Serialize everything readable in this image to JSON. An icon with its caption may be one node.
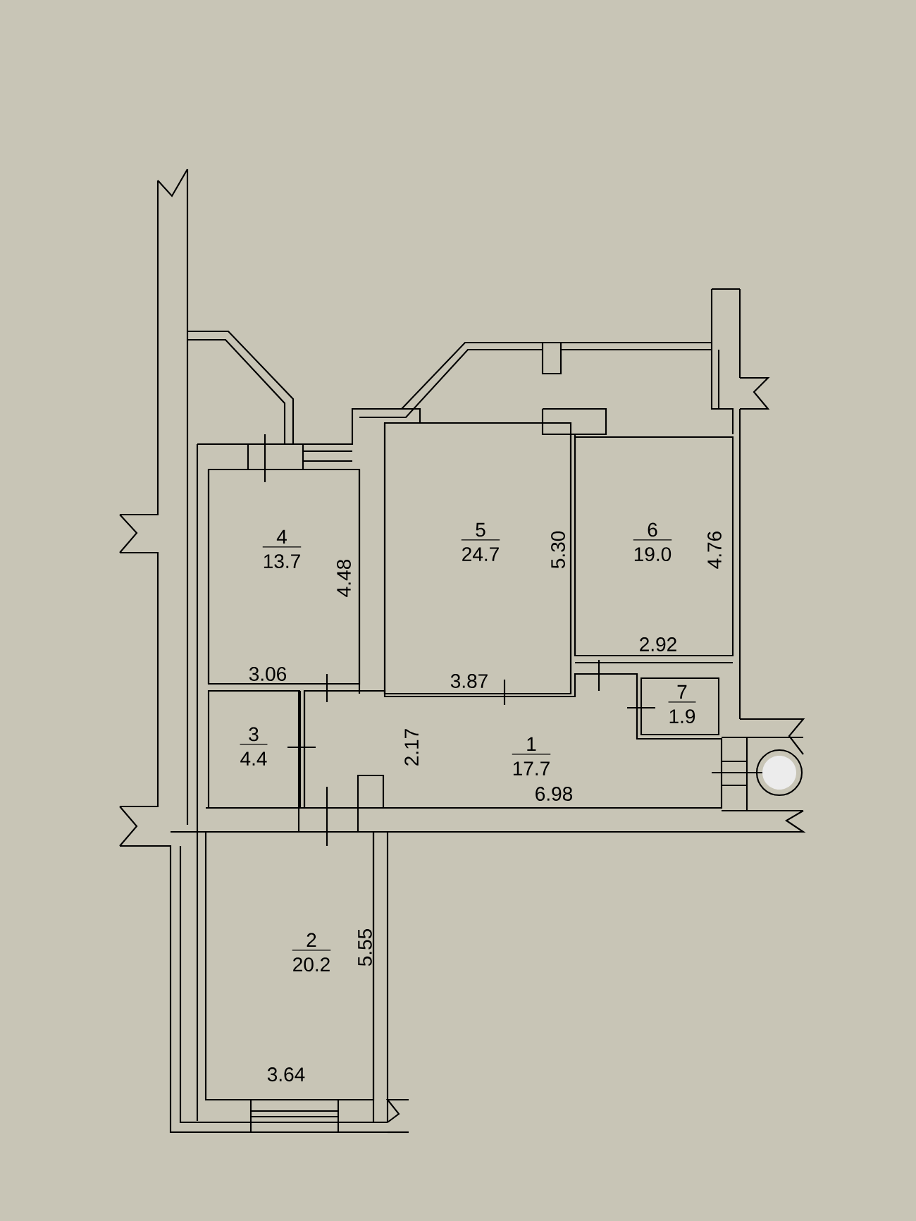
{
  "diagram": {
    "nodes": [
      {
        "text": [
          "4",
          "13.7"
        ]
      },
      {
        "text": [
          "5",
          "24.7"
        ]
      },
      {
        "text": [
          "6",
          "19.0"
        ]
      },
      {
        "text": [
          "7",
          "1.9"
        ]
      },
      {
        "text": [
          "3",
          "4.4"
        ]
      },
      {
        "text": [
          "1",
          "17.7"
        ]
      },
      {
        "text": [
          "2",
          "20.2"
        ]
      }
    ],
    "labels": [
      "5.30",
      "4.76",
      "4.48",
      "2.92",
      "3.06",
      "3.87",
      "2.17",
      "6.98",
      "5.55",
      "3.64"
    ]
  }
}
